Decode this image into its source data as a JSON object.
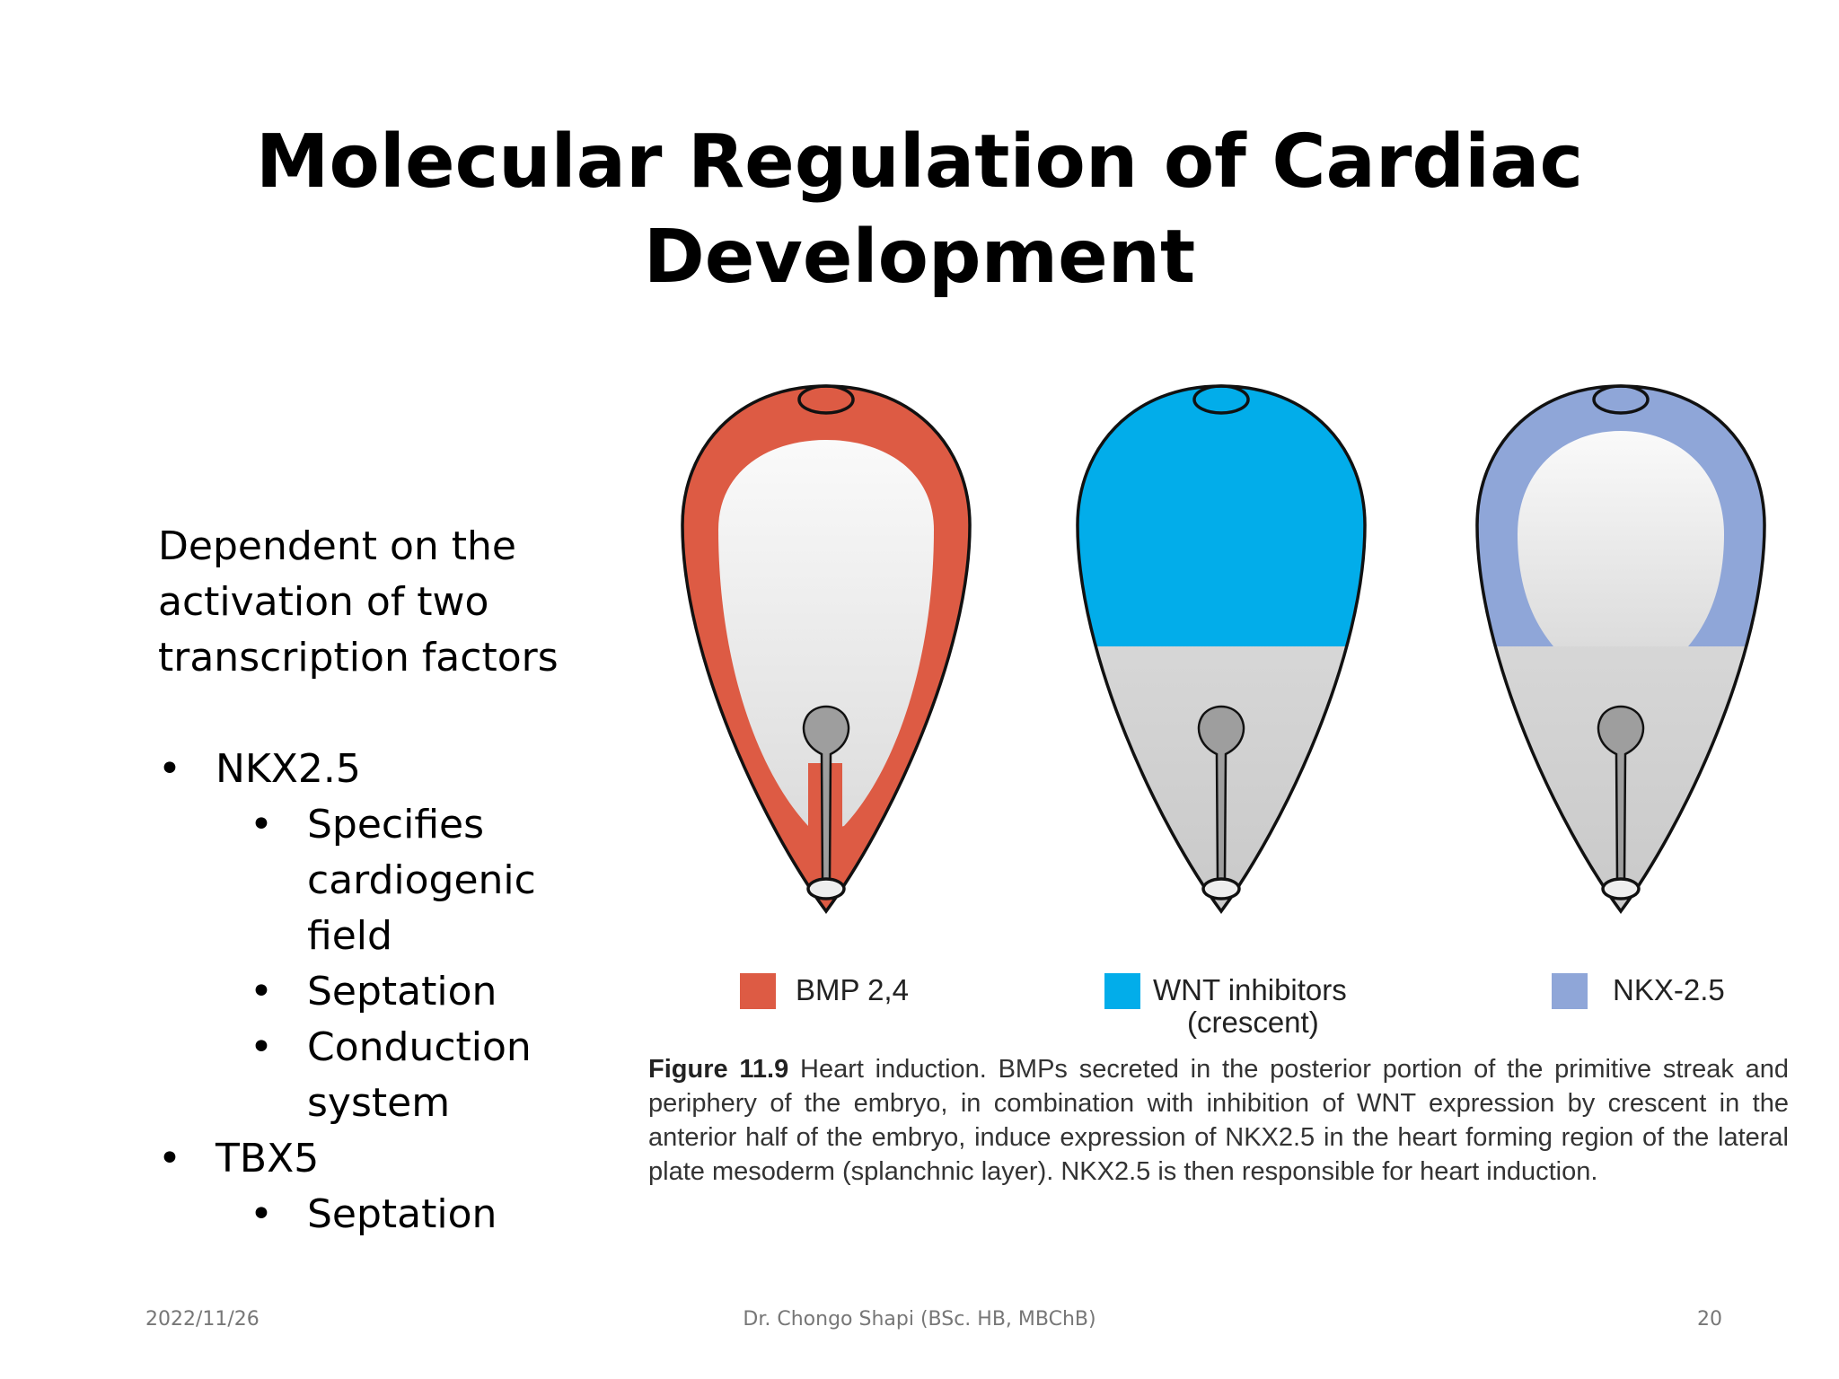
{
  "title": "Molecular Regulation of Cardiac Development",
  "intro": "Dependent on the activation of two transcription factors",
  "factors": [
    {
      "name": "NKX2.5",
      "roles": [
        "Specifies cardiogenic field",
        "Septation",
        "Conduction system"
      ]
    },
    {
      "name": "TBX5",
      "roles": [
        "Septation"
      ]
    }
  ],
  "legend": [
    {
      "label": "BMP 2,4",
      "color": "#dd5b44"
    },
    {
      "label": "WNT inhibitors",
      "sublabel": "(crescent)",
      "color": "#02adea"
    },
    {
      "label": "NKX-2.5",
      "color": "#8fa6d8"
    }
  ],
  "caption": {
    "figure_label": "Figure 11.9",
    "text": "Heart induction. BMPs secreted in the posterior portion of the primitive streak and periphery of the embryo, in combination with inhibition of WNT expression by crescent in the anterior half of the embryo, induce expression of NKX2.5 in the heart forming region of the lateral plate mesoderm (splanchnic layer). NKX2.5 is then responsible for heart induction."
  },
  "footer": {
    "date": "2022/11/26",
    "author": "Dr. Chongo Shapi (BSc. HB, MBChB)",
    "page_number": "20"
  }
}
